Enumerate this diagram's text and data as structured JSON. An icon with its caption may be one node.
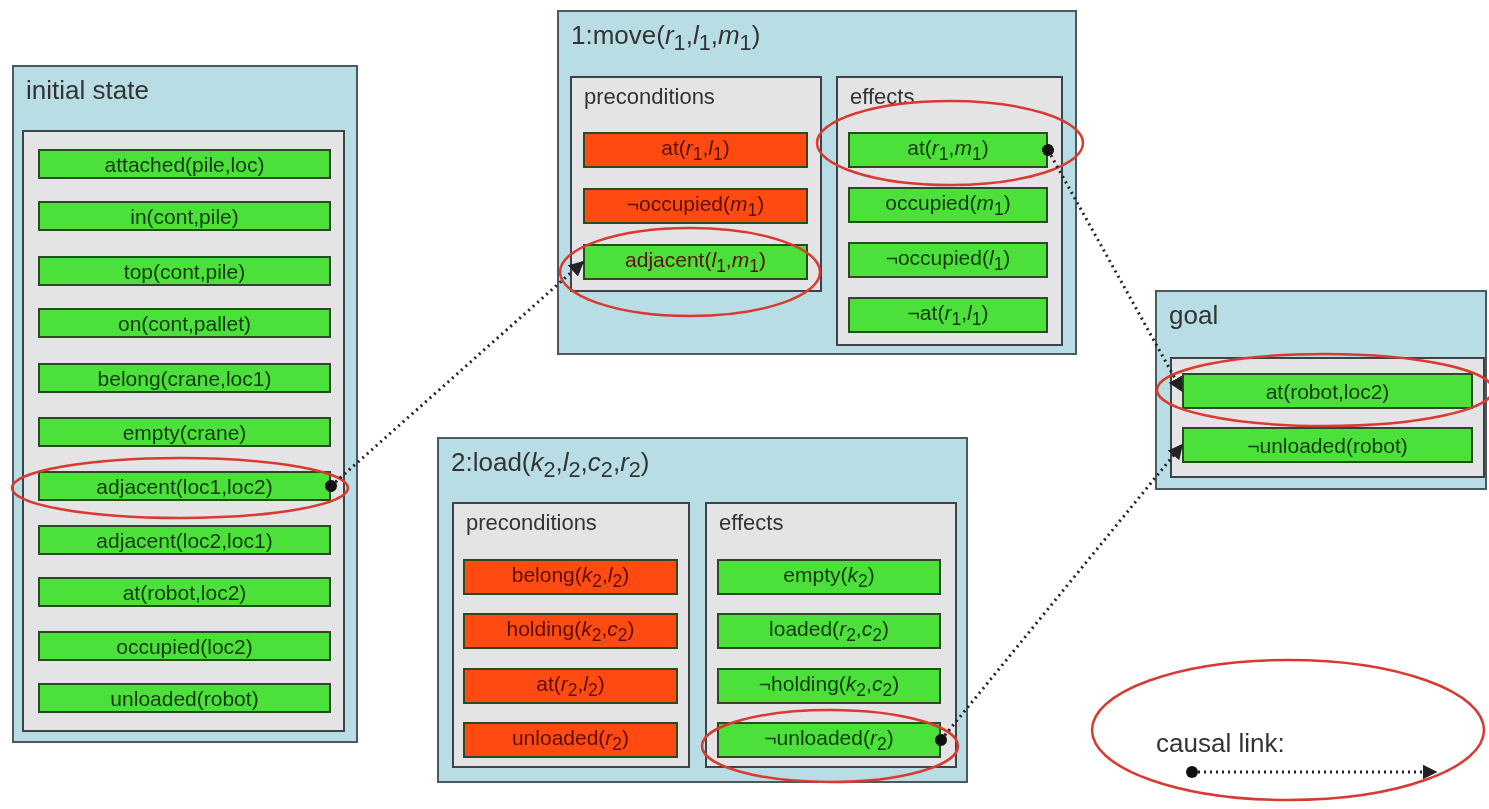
{
  "diagram": {
    "nodes": [
      {
        "text": [
          "initial state"
        ]
      },
      {
        "text": [],
        "shape": "box",
        "in": 0
      },
      {
        "text": [
          "attached(pile,loc)"
        ],
        "in": 1
      },
      {
        "text": [
          "in(cont,pile)"
        ],
        "in": 1
      },
      {
        "text": [
          "top(cont,pile)"
        ],
        "in": 1
      },
      {
        "text": [
          "on(cont,pallet)"
        ],
        "in": 1
      },
      {
        "text": [
          "belong(crane,loc1)"
        ],
        "in": 1
      },
      {
        "text": [
          "empty(crane)"
        ],
        "in": 1
      },
      {
        "text": [
          "adjacent(loc1,loc2)"
        ],
        "in": 1
      },
      {
        "text": [
          "adjacent(loc2,loc1)"
        ],
        "in": 1
      },
      {
        "text": [
          "at(robot,loc2)"
        ],
        "in": 1
      },
      {
        "text": [
          "occupied(loc2)"
        ],
        "in": 1
      },
      {
        "text": [
          "unloaded(robot)"
        ],
        "in": 1
      },
      {
        "text": [
          "1:move(*r*$_{1}$,*l*$_{1}$,*m*$_{1}$)"
        ]
      },
      {
        "text": [
          "preconditions"
        ],
        "in": 13
      },
      {
        "text": [
          "at(*r*$_{1}$,*l*$_{1}$)"
        ],
        "in": 14
      },
      {
        "text": [
          "¬occupied(*m*$_{1}$)"
        ],
        "in": 14
      },
      {
        "text": [
          "adjacent(*l*$_{1}$,*m*$_{1}$)"
        ],
        "in": 14
      },
      {
        "text": [
          "effects"
        ],
        "in": 13
      },
      {
        "text": [
          "at(*r*$_{1}$,*m*$_{1}$)"
        ],
        "in": 18
      },
      {
        "text": [
          "occupied(*m*$_{1}$)"
        ],
        "in": 18
      },
      {
        "text": [
          "¬occupied(*l*$_{1}$)"
        ],
        "in": 18
      },
      {
        "text": [
          "¬at(*r*$_{1}$,*l*$_{1}$)"
        ],
        "in": 18
      },
      {
        "text": [
          "2:load(*k*$_{2}$,*l*$_{2}$,*c*$_{2}$,*r*$_{2}$)"
        ]
      },
      {
        "text": [
          "preconditions"
        ],
        "in": 23
      },
      {
        "text": [
          "belong(*k*$_{2}$,*l*$_{2}$)"
        ],
        "in": 24
      },
      {
        "text": [
          "holding(*k*$_{2}$,*c*$_{2}$)"
        ],
        "in": 24
      },
      {
        "text": [
          "at(*r*$_{2}$,*l*$_{2}$)"
        ],
        "in": 24
      },
      {
        "text": [
          "unloaded(*r*$_{2}$)"
        ],
        "in": 24
      },
      {
        "text": [
          "effects"
        ],
        "in": 23
      },
      {
        "text": [
          "empty(*k*$_{2}$)"
        ],
        "in": 29
      },
      {
        "text": [
          "loaded(*r*$_{2}$,*c*$_{2}$)"
        ],
        "in": 29
      },
      {
        "text": [
          "¬holding(*k*$_{2}$,*c*$_{2}$)"
        ],
        "in": 29
      },
      {
        "text": [
          "¬unloaded(*r*$_{2}$)"
        ],
        "in": 29
      },
      {
        "text": [
          "goal"
        ]
      },
      {
        "text": [],
        "shape": "box",
        "in": 34
      },
      {
        "text": [
          "at(robot,loc2)"
        ],
        "in": 35
      },
      {
        "text": [
          "¬unloaded(robot)"
        ],
        "in": 35
      }
    ],
    "edges": [
      {
        "from": 8,
        "to": 17,
        "arrow": "to",
        "style": "dashed"
      },
      {
        "from": 19,
        "to": 36,
        "arrow": "to",
        "style": "dashed"
      },
      {
        "from": 33,
        "to": 37,
        "arrow": "to",
        "style": "dashed"
      }
    ],
    "legend": [
      {
        "text": "causal link:"
      }
    ]
  }
}
